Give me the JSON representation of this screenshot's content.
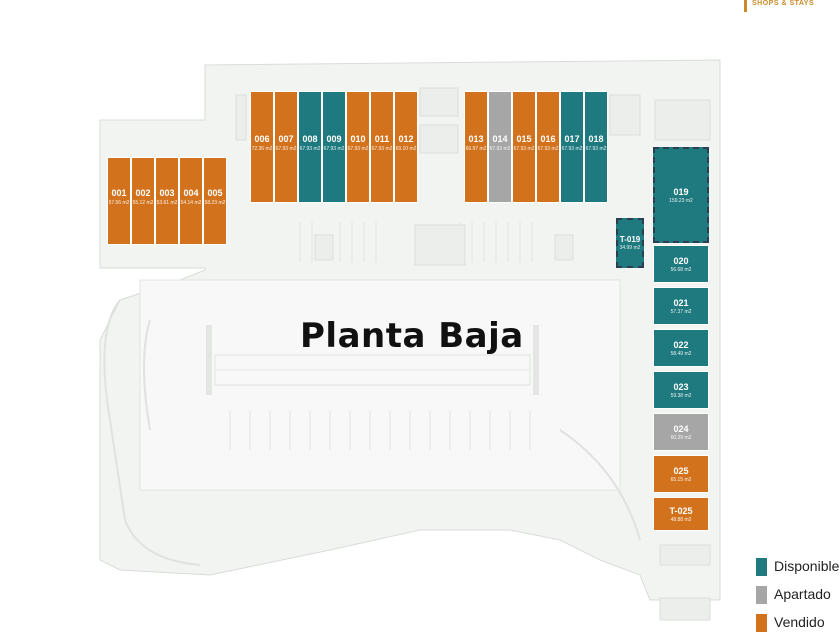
{
  "brand": {
    "tagline": "SHOPS & STAYS",
    "color": "#c98a2a"
  },
  "title": "Planta Baja",
  "status_colors": {
    "disponible": "#1e7a7f",
    "apartado": "#a6a6a6",
    "vendido": "#d2721c"
  },
  "units": [
    {
      "id": "001",
      "area": "57.56 m2",
      "status": "vendido"
    },
    {
      "id": "002",
      "area": "55.12 m2",
      "status": "vendido"
    },
    {
      "id": "003",
      "area": "53.61 m2",
      "status": "vendido"
    },
    {
      "id": "004",
      "area": "54.14 m2",
      "status": "vendido"
    },
    {
      "id": "005",
      "area": "58.23 m2",
      "status": "vendido"
    },
    {
      "id": "006",
      "area": "72.36 m2",
      "status": "vendido"
    },
    {
      "id": "007",
      "area": "67.93 m2",
      "status": "vendido"
    },
    {
      "id": "008",
      "area": "67.93 m2",
      "status": "disponible"
    },
    {
      "id": "009",
      "area": "67.93 m2",
      "status": "disponible"
    },
    {
      "id": "010",
      "area": "67.93 m2",
      "status": "vendido"
    },
    {
      "id": "011",
      "area": "67.93 m2",
      "status": "vendido"
    },
    {
      "id": "012",
      "area": "69.10 m2",
      "status": "vendido"
    },
    {
      "id": "013",
      "area": "66.97 m2",
      "status": "vendido"
    },
    {
      "id": "014",
      "area": "67.93 m2",
      "status": "apartado"
    },
    {
      "id": "015",
      "area": "67.93 m2",
      "status": "vendido"
    },
    {
      "id": "016",
      "area": "67.93 m2",
      "status": "vendido"
    },
    {
      "id": "017",
      "area": "67.93 m2",
      "status": "disponible"
    },
    {
      "id": "018",
      "area": "67.93 m2",
      "status": "disponible"
    },
    {
      "id": "019",
      "area": "159.23 m2",
      "status": "disponible"
    },
    {
      "id": "T-019",
      "area": "34.99 m2",
      "status": "disponible"
    },
    {
      "id": "020",
      "area": "56.68 m2",
      "status": "disponible"
    },
    {
      "id": "021",
      "area": "57.37 m2",
      "status": "disponible"
    },
    {
      "id": "022",
      "area": "58.49 m2",
      "status": "disponible"
    },
    {
      "id": "023",
      "area": "59.38 m2",
      "status": "disponible"
    },
    {
      "id": "024",
      "area": "60.29 m2",
      "status": "apartado"
    },
    {
      "id": "025",
      "area": "65.15 m2",
      "status": "vendido"
    },
    {
      "id": "T-025",
      "area": "48.88 m2",
      "status": "vendido"
    }
  ],
  "legend": [
    {
      "label": "Disponible",
      "status": "disponible"
    },
    {
      "label": "Apartado",
      "status": "apartado"
    },
    {
      "label": "Vendido",
      "status": "vendido"
    }
  ]
}
